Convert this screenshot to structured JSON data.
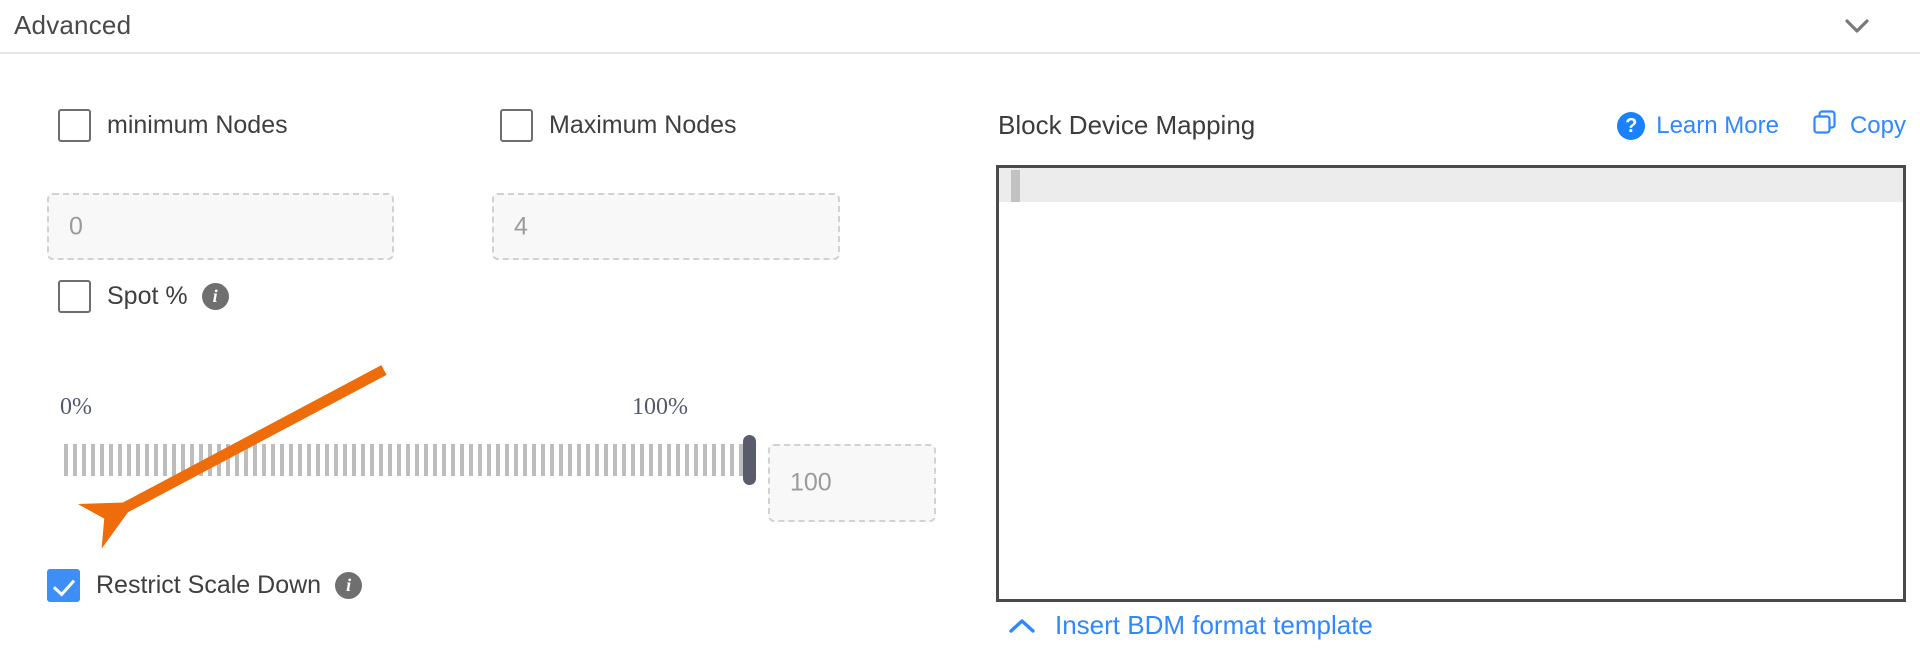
{
  "section": {
    "title": "Advanced",
    "collapse_icon": "chevron-down-icon"
  },
  "left_panel": {
    "min_nodes": {
      "label": "minimum Nodes",
      "checked": false,
      "input_placeholder": "0"
    },
    "max_nodes": {
      "label": "Maximum Nodes",
      "checked": false,
      "input_placeholder": "4"
    },
    "spot": {
      "label": "Spot %",
      "checked": false,
      "info_icon": "info-icon",
      "info_glyph": "i"
    },
    "slider": {
      "min_label": "0%",
      "max_label": "100%",
      "value": 100,
      "value_input_placeholder": "100"
    },
    "restrict_scale_down": {
      "label": "Restrict Scale Down",
      "checked": true,
      "info_icon": "info-icon",
      "info_glyph": "i"
    }
  },
  "right_panel": {
    "title": "Block Device Mapping",
    "learn_more": {
      "label": "Learn More",
      "icon": "question-mark-icon",
      "icon_glyph": "?"
    },
    "copy": {
      "label": "Copy",
      "icon": "copy-icon"
    },
    "editor": {
      "content": "",
      "active_line": 1
    },
    "insert_template": {
      "label": "Insert BDM format template",
      "icon": "chevron-up-icon"
    }
  },
  "annotation": {
    "type": "arrow",
    "color": "#ef6c0b",
    "points_to": "restrict-scale-down-checkbox"
  },
  "colors": {
    "accent_blue": "#2f88ff",
    "checkbox_checked": "#3d8ef7",
    "annotation_orange": "#ef6c0b",
    "border_gray": "#e6e6e6",
    "text_dark": "#3c3c3c"
  }
}
